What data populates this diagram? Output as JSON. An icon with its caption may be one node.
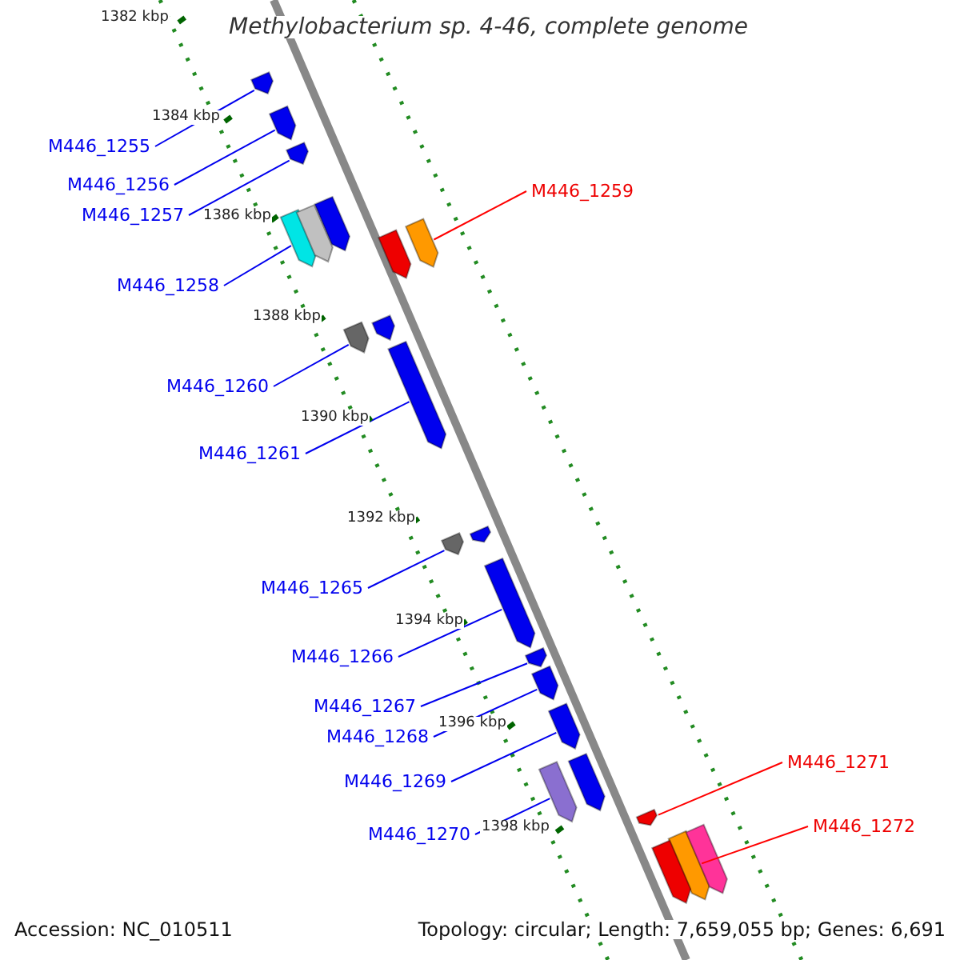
{
  "diagram": {
    "title": "Methylobacterium sp. 4-46, complete genome",
    "nodes": [
      {
        "text": [
          "M446_1255"
        ]
      },
      {
        "text": [],
        "shape": "arrow"
      },
      {
        "text": [
          "M446_1256"
        ]
      },
      {
        "text": [],
        "shape": "arrow"
      },
      {
        "text": [
          "M446_1257"
        ]
      },
      {
        "text": [],
        "shape": "arrow"
      },
      {
        "text": [
          "M446_1258"
        ]
      },
      {
        "text": [],
        "shape": "arrow"
      },
      {
        "text": [
          "M446_1259"
        ]
      },
      {
        "text": [],
        "shape": "arrow"
      },
      {
        "text": [
          "M446_1260"
        ]
      },
      {
        "text": [],
        "shape": "arrow"
      },
      {
        "text": [
          "M446_1261"
        ]
      },
      {
        "text": [],
        "shape": "arrow"
      },
      {
        "text": [
          "M446_1265"
        ]
      },
      {
        "text": [],
        "shape": "arrow"
      },
      {
        "text": [
          "M446_1266"
        ]
      },
      {
        "text": [],
        "shape": "arrow"
      },
      {
        "text": [
          "M446_1267"
        ]
      },
      {
        "text": [],
        "shape": "arrow"
      },
      {
        "text": [
          "M446_1268"
        ]
      },
      {
        "text": [],
        "shape": "arrow"
      },
      {
        "text": [
          "M446_1269"
        ]
      },
      {
        "text": [],
        "shape": "arrow"
      },
      {
        "text": [
          "M446_1270"
        ]
      },
      {
        "text": [],
        "shape": "arrow"
      },
      {
        "text": [
          "M446_1271"
        ]
      },
      {
        "text": [],
        "shape": "arrow"
      },
      {
        "text": [
          "M446_1272"
        ]
      },
      {
        "text": [],
        "shape": "arrow"
      },
      {
        "text": [],
        "shape": "arrow"
      },
      {
        "text": [],
        "shape": "arrow"
      },
      {
        "text": [],
        "shape": "arrow"
      },
      {
        "text": [],
        "shape": "arrow"
      },
      {
        "text": [],
        "shape": "arrow"
      },
      {
        "text": [],
        "shape": "arrow"
      },
      {
        "text": [],
        "shape": "arrow"
      },
      {
        "text": [],
        "shape": "arrow"
      }
    ],
    "edges": [
      {
        "from": 0,
        "to": 1,
        "arrow": "none"
      },
      {
        "from": 2,
        "to": 3,
        "arrow": "none"
      },
      {
        "from": 4,
        "to": 5,
        "arrow": "none"
      },
      {
        "from": 6,
        "to": 7,
        "arrow": "none"
      },
      {
        "from": 8,
        "to": 9,
        "arrow": "none",
        "color": "#ff0000"
      },
      {
        "from": 10,
        "to": 11,
        "arrow": "none"
      },
      {
        "from": 12,
        "to": 13,
        "arrow": "none"
      },
      {
        "from": 14,
        "to": 15,
        "arrow": "none"
      },
      {
        "from": 16,
        "to": 17,
        "arrow": "none"
      },
      {
        "from": 18,
        "to": 19,
        "arrow": "none"
      },
      {
        "from": 20,
        "to": 21,
        "arrow": "none"
      },
      {
        "from": 22,
        "to": 23,
        "arrow": "none"
      },
      {
        "from": 24,
        "to": 25,
        "arrow": "none"
      },
      {
        "from": 26,
        "to": 27,
        "arrow": "none",
        "color": "#ff0000"
      },
      {
        "from": 28,
        "to": 29,
        "arrow": "none",
        "color": "#ff0000"
      }
    ],
    "labels": [
      "1382 kbp",
      "1384 kbp",
      "1386 kbp",
      "1388 kbp",
      "1390 kbp",
      "1392 kbp",
      "1394 kbp",
      "1396 kbp",
      "1398 kbp",
      "Accession: NC_010511",
      "Topology: circular; Length: 7,659,055 bp; Genes: 6,691"
    ]
  }
}
